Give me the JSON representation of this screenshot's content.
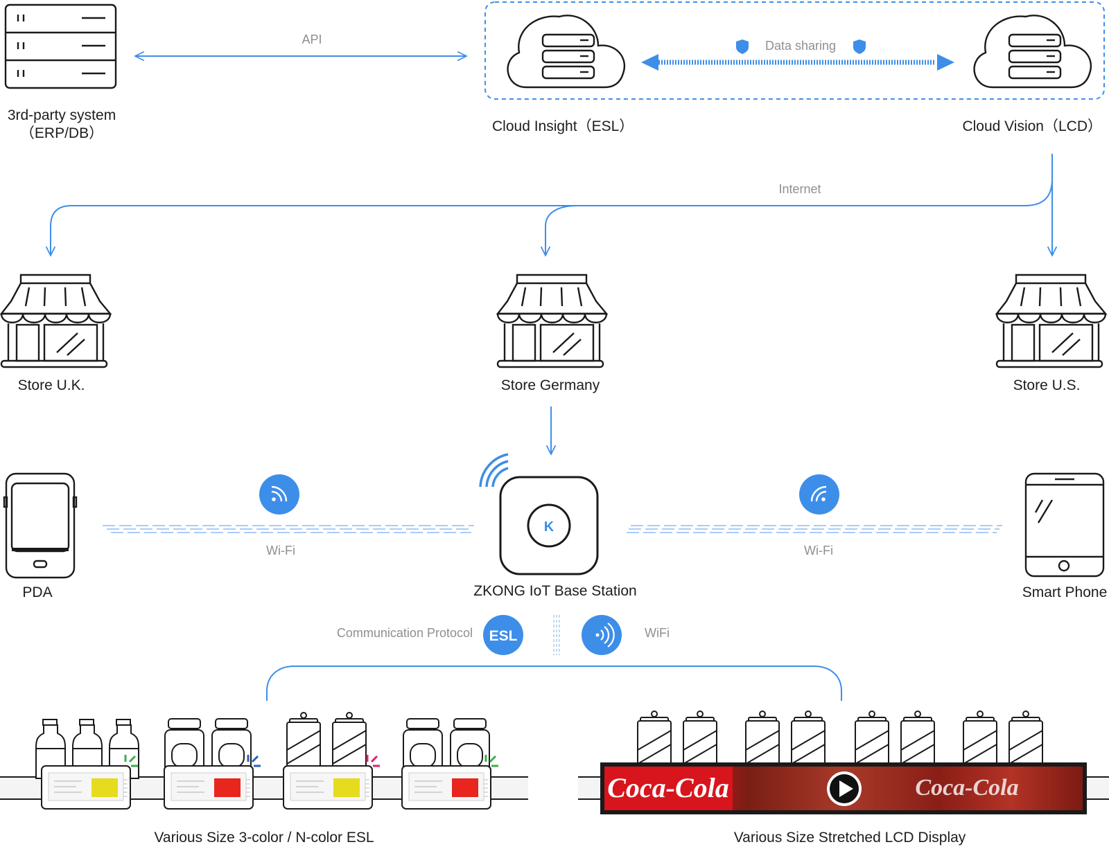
{
  "top": {
    "third_party_line1": "3rd-party system",
    "third_party_line2": "（ERP/DB）",
    "api_label": "API",
    "data_sharing_label": "Data sharing",
    "cloud_insight_label": "Cloud Insight（ESL）",
    "cloud_vision_label": "Cloud Vision（LCD）",
    "internet_label": "Internet"
  },
  "stores": {
    "uk": "Store U.K.",
    "germany": "Store Germany",
    "us": "Store U.S."
  },
  "devices": {
    "pda": "PDA",
    "base_station": "ZKONG IoT Base Station",
    "base_station_logo": "K",
    "smart_phone": "Smart Phone",
    "wifi_left": "Wi-Fi",
    "wifi_right": "Wi-Fi"
  },
  "protocol": {
    "communication_label": "Communication Protocol",
    "esl_badge": "ESL",
    "wifi_label": "WiFi"
  },
  "bottom": {
    "esl_caption": "Various Size 3-color / N-color ESL",
    "lcd_caption": "Various Size Stretched LCD Display",
    "lcd_brand": "Coca-Cola"
  },
  "colors": {
    "accent_blue": "#3d8ee8",
    "dark_line": "#1a1a1a",
    "esl_yellow": "#e6dc1e",
    "esl_red": "#e8261e",
    "lcd_red": "#d8141c"
  }
}
